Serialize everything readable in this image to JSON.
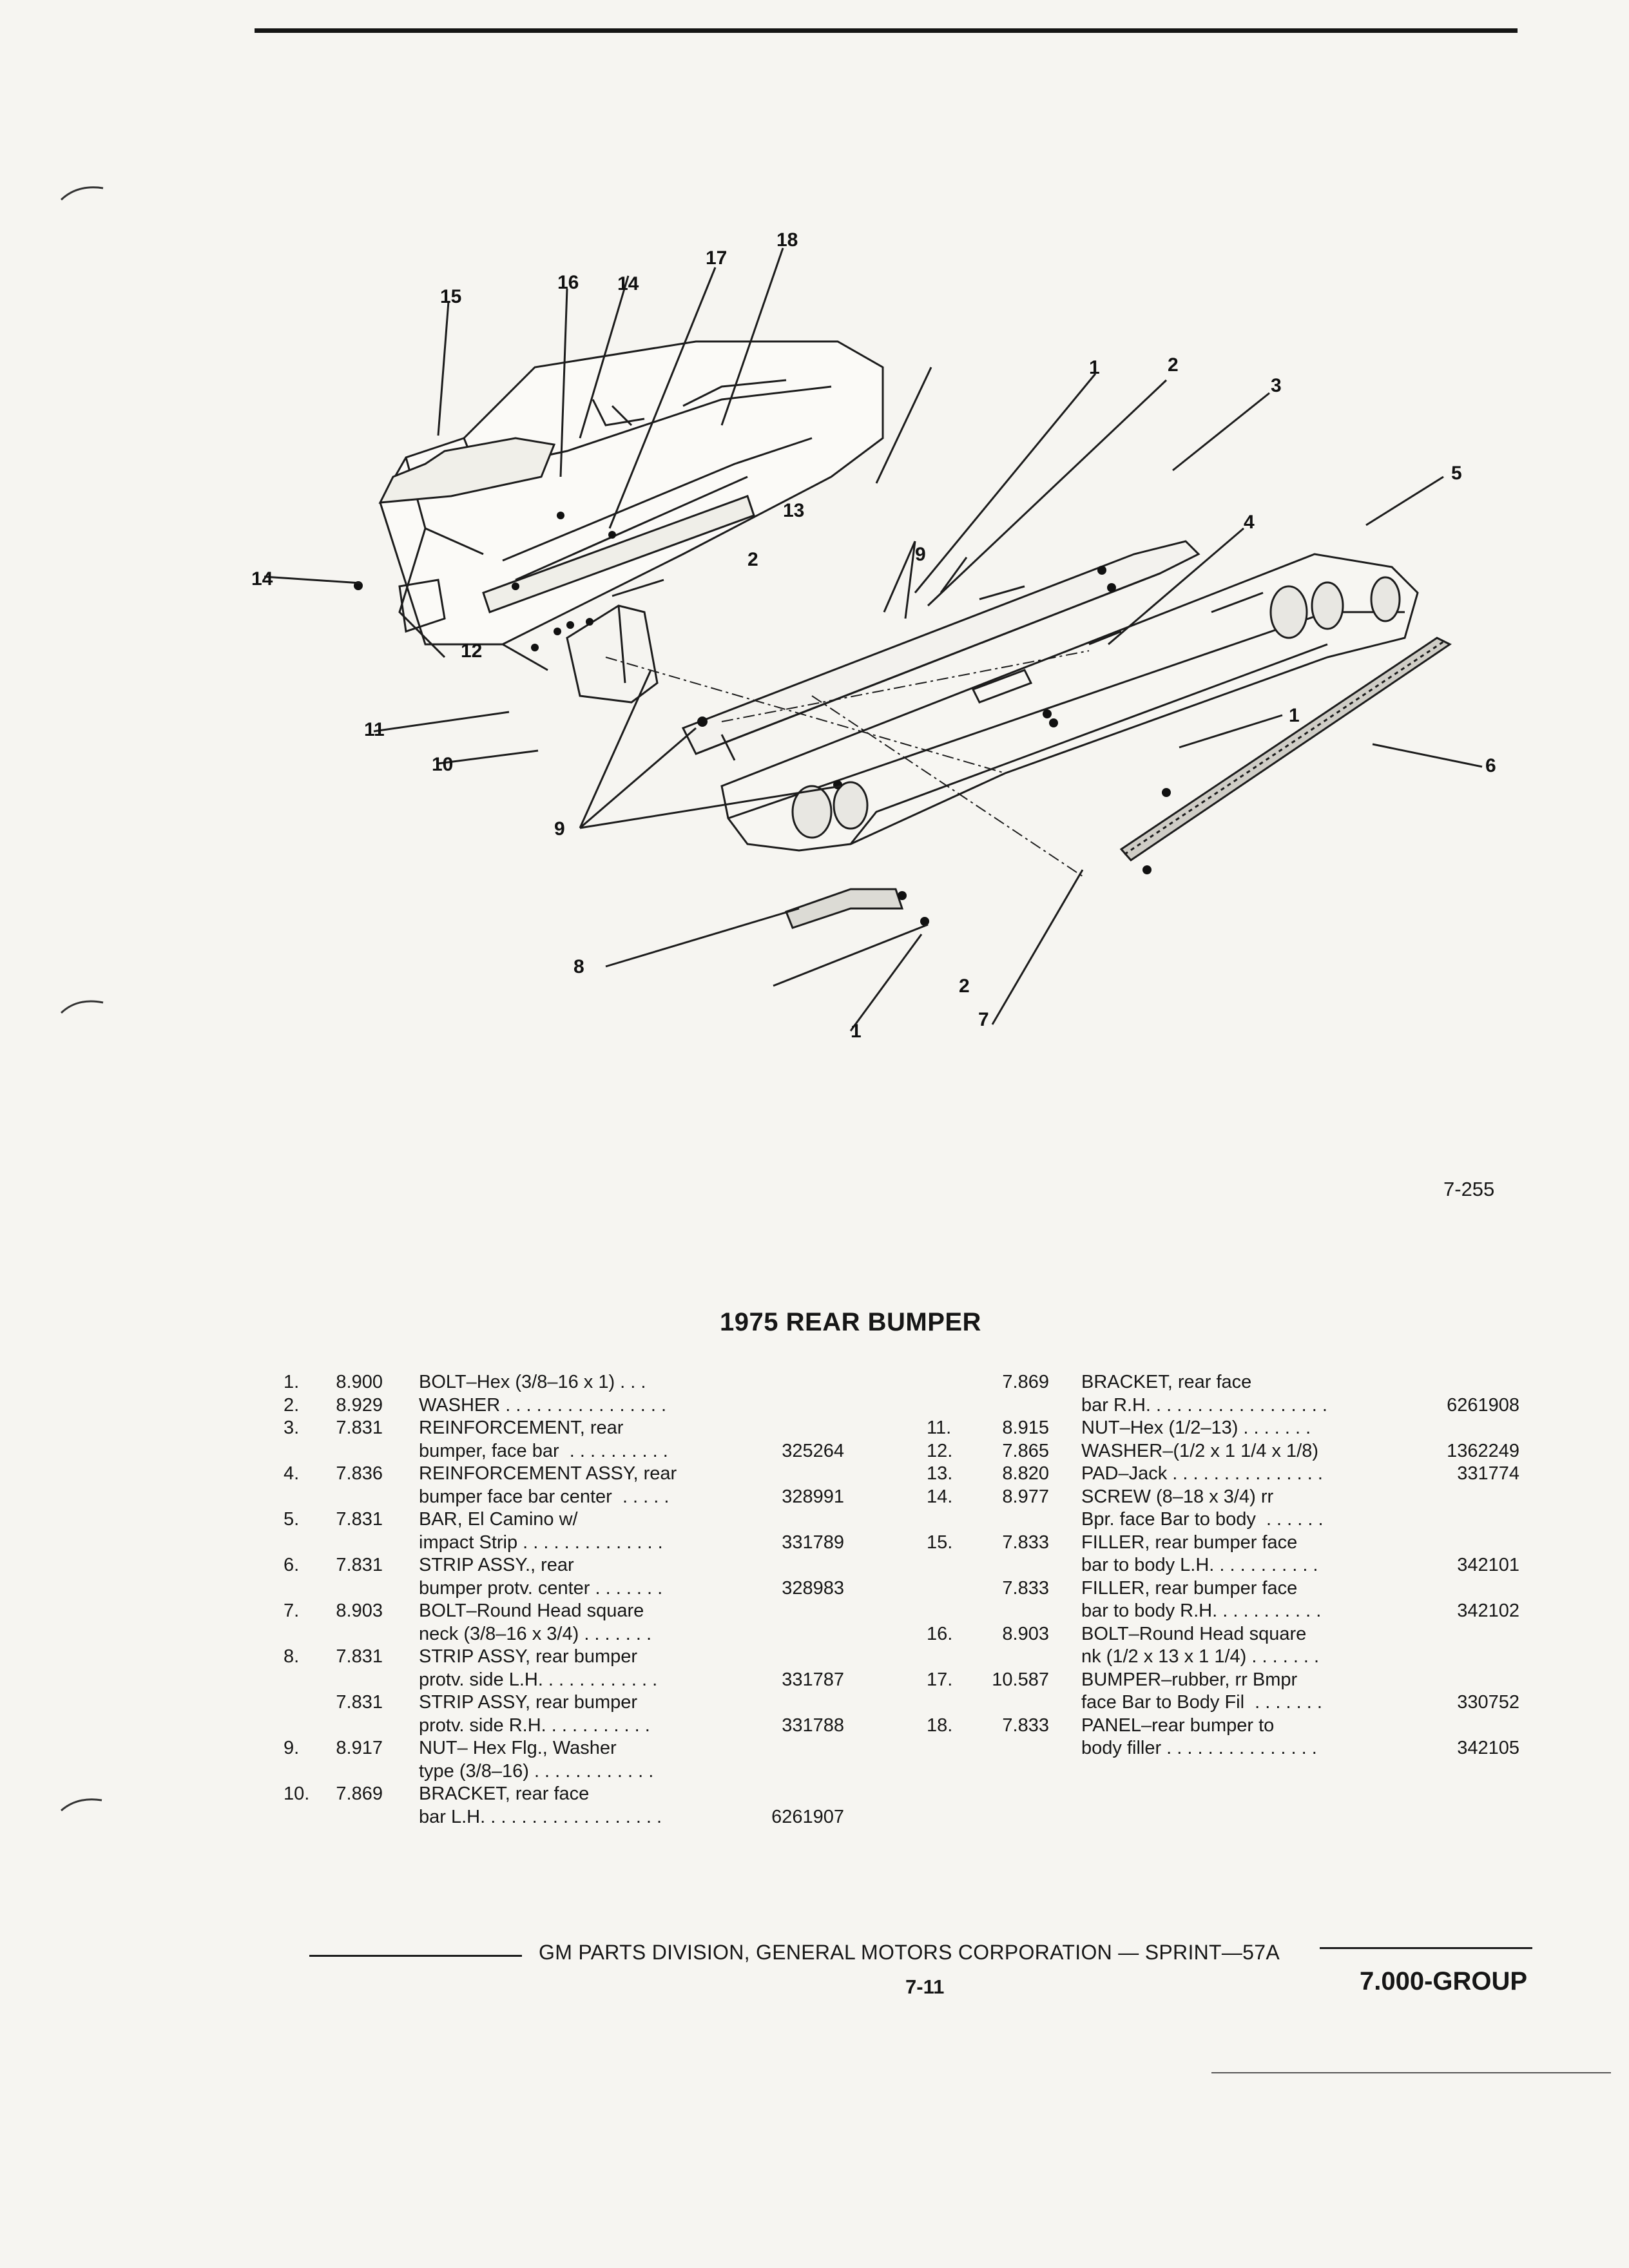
{
  "figure": {
    "callouts": [
      "1",
      "2",
      "3",
      "4",
      "5",
      "6",
      "7",
      "8",
      "9",
      "10",
      "11",
      "12",
      "13",
      "14",
      "15",
      "16",
      "17",
      "18"
    ],
    "number": "7-255"
  },
  "title": "1975 REAR BUMPER",
  "parts_left": [
    {
      "num": "1.",
      "code": "8.900",
      "desc": [
        "BOLT–Hex (3/8–16 x 1) . . ."
      ],
      "pn": ""
    },
    {
      "num": "2.",
      "code": "8.929",
      "desc": [
        "WASHER . . . . . . . . . . . . . . . ."
      ],
      "pn": ""
    },
    {
      "num": "3.",
      "code": "7.831",
      "desc": [
        "REINFORCEMENT, rear",
        "bumper, face bar  . . . . . . . . . ."
      ],
      "pn": "325264"
    },
    {
      "num": "4.",
      "code": "7.836",
      "desc": [
        "REINFORCEMENT ASSY, rear",
        "bumper face bar center  . . . . ."
      ],
      "pn": "328991"
    },
    {
      "num": "5.",
      "code": "7.831",
      "desc": [
        "BAR, El Camino w/",
        "impact Strip . . . . . . . . . . . . . ."
      ],
      "pn": "331789"
    },
    {
      "num": "6.",
      "code": "7.831",
      "desc": [
        "STRIP ASSY., rear",
        "bumper protv. center . . . . . . ."
      ],
      "pn": "328983"
    },
    {
      "num": "7.",
      "code": "8.903",
      "desc": [
        "BOLT–Round Head square",
        "neck (3/8–16 x 3/4) . . . . . . ."
      ],
      "pn": ""
    },
    {
      "num": "8.",
      "code": "7.831",
      "desc": [
        "STRIP ASSY, rear bumper",
        "protv. side L.H. . . . . . . . . . . ."
      ],
      "pn": "331787"
    },
    {
      "num": "",
      "code": "7.831",
      "desc": [
        "STRIP ASSY, rear bumper",
        "protv. side R.H. . . . . . . . . . ."
      ],
      "pn": "331788"
    },
    {
      "num": "9.",
      "code": "8.917",
      "desc": [
        "NUT– Hex Flg., Washer",
        "type (3/8–16) . . . . . . . . . . . ."
      ],
      "pn": ""
    },
    {
      "num": "10.",
      "code": "7.869",
      "desc": [
        "BRACKET, rear face",
        "bar L.H. . . . . . . . . . . . . . . . . ."
      ],
      "pn": "6261907"
    }
  ],
  "parts_right": [
    {
      "num": "",
      "code": "7.869",
      "desc": [
        "BRACKET, rear face",
        "bar R.H. . . . . . . . . . . . . . . . . ."
      ],
      "pn": "6261908"
    },
    {
      "num": "11.",
      "code": "8.915",
      "desc": [
        "NUT–Hex (1/2–13) . . . . . . ."
      ],
      "pn": ""
    },
    {
      "num": "12.",
      "code": "7.865",
      "desc": [
        "WASHER–(1/2 x 1 1/4 x 1/8)"
      ],
      "pn": "1362249"
    },
    {
      "num": "13.",
      "code": "8.820",
      "desc": [
        "PAD–Jack . . . . . . . . . . . . . . ."
      ],
      "pn": "331774"
    },
    {
      "num": "14.",
      "code": "8.977",
      "desc": [
        "SCREW (8–18 x 3/4) rr",
        "Bpr. face Bar to body  . . . . . ."
      ],
      "pn": ""
    },
    {
      "num": "15.",
      "code": "7.833",
      "desc": [
        "FILLER, rear bumper face",
        "bar to body L.H. . . . . . . . . . ."
      ],
      "pn": "342101"
    },
    {
      "num": "",
      "code": "7.833",
      "desc": [
        "FILLER, rear bumper face",
        "bar to body R.H. . . . . . . . . . ."
      ],
      "pn": "342102"
    },
    {
      "num": "16.",
      "code": "8.903",
      "desc": [
        "BOLT–Round Head square",
        "nk (1/2 x 13 x 1 1/4) . . . . . . ."
      ],
      "pn": ""
    },
    {
      "num": "17.",
      "code": "10.587",
      "desc": [
        "BUMPER–rubber, rr Bmpr",
        "face Bar to Body Fil  . . . . . . ."
      ],
      "pn": "330752"
    },
    {
      "num": "18.",
      "code": "7.833",
      "desc": [
        "PANEL–rear bumper to",
        "body filler . . . . . . . . . . . . . . ."
      ],
      "pn": "342105"
    }
  ],
  "footer": {
    "text": "GM PARTS DIVISION, GENERAL MOTORS CORPORATION — SPRINT—57A",
    "page": "7-11",
    "group": "7.000-GROUP"
  }
}
